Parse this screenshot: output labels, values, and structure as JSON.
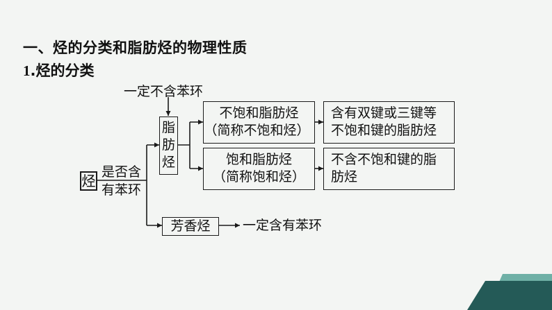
{
  "heading": "一、烃的分类和脂肪烃的物理性质",
  "subheading": {
    "number": "1",
    "text": ".烃的分类"
  },
  "diagram": {
    "root": "烃",
    "branch_question_line1": "是否含",
    "branch_question_line2": "有苯环",
    "aliphatic_note": "一定不含苯环",
    "aliphatic": {
      "line1": "脂",
      "line2": "肪",
      "line3": "烃"
    },
    "unsaturated": {
      "line1": "不饱和脂肪烃",
      "line2": "（简称不饱和烃）",
      "desc_line1": "含有双键或三键等",
      "desc_line2": "不饱和键的脂肪烃"
    },
    "saturated": {
      "line1": "饱和脂肪烃",
      "line2": "（简称饱和烃）",
      "desc_line1": "不含不饱和键的脂",
      "desc_line2": "肪烃"
    },
    "aromatic": "芳香烃",
    "aromatic_note": "一定含有苯环"
  },
  "colors": {
    "background": "#f3f5f3",
    "footer_dark": "#245a57",
    "footer_light": "#6fb0a6"
  }
}
